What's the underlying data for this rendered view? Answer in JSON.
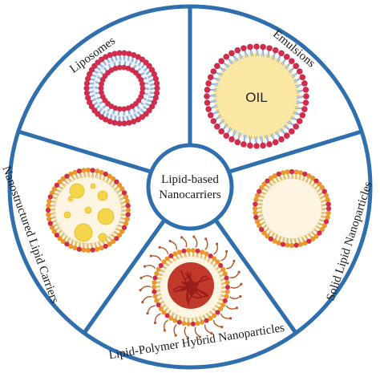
{
  "center": {
    "line1": "Lipid-based",
    "line2": "Nanocarriers"
  },
  "segments": [
    {
      "id": "liposomes",
      "label": "Liposomes"
    },
    {
      "id": "emulsions",
      "label": "Emulsions"
    },
    {
      "id": "sln",
      "label": "Solid Lipid Nanoparticles"
    },
    {
      "id": "lphn",
      "label": "Lipid-Polymer Hybrid Nanoparticles"
    },
    {
      "id": "nlc",
      "label": "Nanostructured Lipid Carriers"
    }
  ],
  "emulsion_core_label": "OIL",
  "colors": {
    "ring": "#2f6fae",
    "head_red": "#d02c4c",
    "tail_blue": "#7fa8dc",
    "head_orange": "#e9962c",
    "tail_orange": "#d9b05a",
    "oil_fill": "#fbe7a4",
    "polymer": "#9b1b1b",
    "polymer_tail": "#b35a2a",
    "nlc_droplet": "#f4d54a"
  }
}
